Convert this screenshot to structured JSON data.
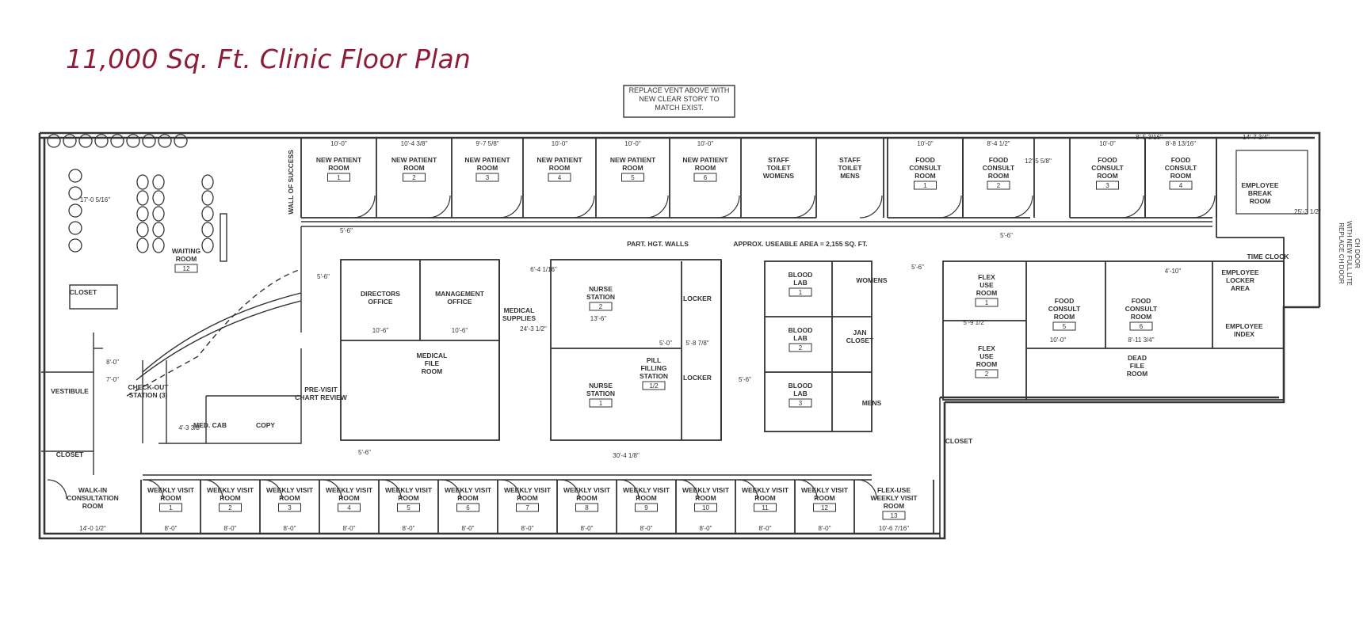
{
  "title": "11,000 Sq. Ft. Clinic Floor Plan",
  "colors": {
    "title": "#8e1c38",
    "lines": "#333333"
  },
  "notes": {
    "vent": [
      "REPLACE VENT ABOVE WITH",
      "NEW CLEAR STORY TO",
      "MATCH EXIST."
    ],
    "part_hgt_walls": "PART. HGT. WALLS",
    "useable_area": "APPROX. USEABLE AREA = 2,155 SQ. FT.",
    "time_clock": "TIME CLOCK",
    "replace_door": [
      "REPLACE CH DOOR",
      "WITH NEW FULL LITE",
      "CH DOOR"
    ],
    "wall_of_success": "WALL OF SUCCESS"
  },
  "top_rooms": [
    {
      "name": [
        "NEW PATIENT",
        "ROOM"
      ],
      "num": "1",
      "dim": "10'-0\""
    },
    {
      "name": [
        "NEW PATIENT",
        "ROOM"
      ],
      "num": "2",
      "dim": "10'-4 3/8\""
    },
    {
      "name": [
        "NEW PATIENT",
        "ROOM"
      ],
      "num": "3",
      "dim": "9'-7 5/8\""
    },
    {
      "name": [
        "NEW PATIENT",
        "ROOM"
      ],
      "num": "4",
      "dim": "10'-0\""
    },
    {
      "name": [
        "NEW PATIENT",
        "ROOM"
      ],
      "num": "5",
      "dim": "10'-0\""
    },
    {
      "name": [
        "NEW PATIENT",
        "ROOM"
      ],
      "num": "6",
      "dim": "10'-0\""
    },
    {
      "name": [
        "STAFF",
        "TOILET",
        "WOMENS"
      ],
      "num": "",
      "dim": ""
    },
    {
      "name": [
        "STAFF",
        "TOILET",
        "MENS"
      ],
      "num": "",
      "dim": ""
    },
    {
      "name": [
        "FOOD",
        "CONSULT",
        "ROOM"
      ],
      "num": "1",
      "dim": "10'-0\""
    },
    {
      "name": [
        "FOOD",
        "CONSULT",
        "ROOM"
      ],
      "num": "2",
      "dim": "8'-4 1/2\""
    },
    {
      "name": [
        "FOOD",
        "CONSULT",
        "ROOM"
      ],
      "num": "3",
      "dim": "10'-0\""
    },
    {
      "name": [
        "FOOD",
        "CONSULT",
        "ROOM"
      ],
      "num": "4",
      "dim": "8'-8 13/16\""
    }
  ],
  "bottom_rooms": [
    {
      "name": [
        "WALK-IN",
        "CONSULTATION",
        "ROOM"
      ],
      "num": "",
      "dim": "14'-0 1/2\""
    },
    {
      "name": [
        "WEEKLY VISIT",
        "ROOM"
      ],
      "num": "1",
      "dim": "8'-0\""
    },
    {
      "name": [
        "WEEKLY VISIT",
        "ROOM"
      ],
      "num": "2",
      "dim": "8'-0\""
    },
    {
      "name": [
        "WEEKLY VISIT",
        "ROOM"
      ],
      "num": "3",
      "dim": "8'-0\""
    },
    {
      "name": [
        "WEEKLY VISIT",
        "ROOM"
      ],
      "num": "4",
      "dim": "8'-0\""
    },
    {
      "name": [
        "WEEKLY VISIT",
        "ROOM"
      ],
      "num": "5",
      "dim": "8'-0\""
    },
    {
      "name": [
        "WEEKLY VISIT",
        "ROOM"
      ],
      "num": "6",
      "dim": "8'-0\""
    },
    {
      "name": [
        "WEEKLY VISIT",
        "ROOM"
      ],
      "num": "7",
      "dim": "8'-0\""
    },
    {
      "name": [
        "WEEKLY VISIT",
        "ROOM"
      ],
      "num": "8",
      "dim": "8'-0\""
    },
    {
      "name": [
        "WEEKLY VISIT",
        "ROOM"
      ],
      "num": "9",
      "dim": "8'-0\""
    },
    {
      "name": [
        "WEEKLY VISIT",
        "ROOM"
      ],
      "num": "10",
      "dim": "8'-0\""
    },
    {
      "name": [
        "WEEKLY VISIT",
        "ROOM"
      ],
      "num": "11",
      "dim": "8'-0\""
    },
    {
      "name": [
        "WEEKLY VISIT",
        "ROOM"
      ],
      "num": "12",
      "dim": "8'-0\""
    },
    {
      "name": [
        "FLEX-USE",
        "WEEKLY VISIT",
        "ROOM"
      ],
      "num": "13",
      "dim": "10'-6 7/16\""
    }
  ],
  "core_rooms": [
    {
      "name": [
        "WAITING",
        "ROOM"
      ],
      "num": "12"
    },
    {
      "name": [
        "CLOSET"
      ],
      "num": ""
    },
    {
      "name": [
        "VESTIBULE"
      ],
      "num": ""
    },
    {
      "name": [
        "CLOSET"
      ],
      "num": ""
    },
    {
      "name": [
        "CHECK-OUT",
        "STATION (3)"
      ],
      "num": ""
    },
    {
      "name": [
        "MED. CAB"
      ],
      "num": ""
    },
    {
      "name": [
        "COPY"
      ],
      "num": ""
    },
    {
      "name": [
        "PRE-VISIT",
        "CHART REVIEW"
      ],
      "num": ""
    },
    {
      "name": [
        "DIRECTORS",
        "OFFICE"
      ],
      "num": ""
    },
    {
      "name": [
        "MANAGEMENT",
        "OFFICE"
      ],
      "num": ""
    },
    {
      "name": [
        "MEDICAL",
        "SUPPLIES"
      ],
      "num": ""
    },
    {
      "name": [
        "MEDICAL",
        "FILE",
        "ROOM"
      ],
      "num": ""
    },
    {
      "name": [
        "NURSE",
        "STATION"
      ],
      "num": "2"
    },
    {
      "name": [
        "NURSE",
        "STATION"
      ],
      "num": "1"
    },
    {
      "name": [
        "PILL",
        "FILLING",
        "STATION"
      ],
      "num": "1/2"
    },
    {
      "name": [
        "LOCKER"
      ],
      "num": ""
    },
    {
      "name": [
        "LOCKER"
      ],
      "num": ""
    },
    {
      "name": [
        "BLOOD",
        "LAB"
      ],
      "num": "1"
    },
    {
      "name": [
        "BLOOD",
        "LAB"
      ],
      "num": "2"
    },
    {
      "name": [
        "BLOOD",
        "LAB"
      ],
      "num": "3"
    },
    {
      "name": [
        "WOMENS"
      ],
      "num": ""
    },
    {
      "name": [
        "JAN",
        "CLOSET"
      ],
      "num": ""
    },
    {
      "name": [
        "MENS"
      ],
      "num": ""
    },
    {
      "name": [
        "FLEX",
        "USE",
        "ROOM"
      ],
      "num": "1"
    },
    {
      "name": [
        "FLEX",
        "USE",
        "ROOM"
      ],
      "num": "2"
    },
    {
      "name": [
        "FOOD",
        "CONSULT",
        "ROOM"
      ],
      "num": "5"
    },
    {
      "name": [
        "FOOD",
        "CONSULT",
        "ROOM"
      ],
      "num": "6"
    },
    {
      "name": [
        "DEAD",
        "FILE",
        "ROOM"
      ],
      "num": ""
    },
    {
      "name": [
        "EMPLOYEE",
        "BREAK",
        "ROOM"
      ],
      "num": ""
    },
    {
      "name": [
        "EMPLOYEE",
        "LOCKER",
        "AREA"
      ],
      "num": ""
    },
    {
      "name": [
        "EMPLOYEE",
        "INDEX"
      ],
      "num": ""
    },
    {
      "name": [
        "CLOSET"
      ],
      "num": ""
    }
  ],
  "dims": [
    "5'-6\"",
    "5'-6\"",
    "5'-6\"",
    "5'-6\"",
    "5'-6\"",
    "5'-6\"",
    "8'-0\"",
    "10'-6\"",
    "10'-6\"",
    "13'-6\"",
    "30'-4 1/8\"",
    "5'-0\"",
    "5'-8 7/8\"",
    "6'-4 1/16\"",
    "24'-3 1/2\"",
    "4'-3 3/8\"",
    "7'-0\"",
    "4'-10\"",
    "14'-7 3/4\"",
    "25'-3 1/2\"",
    "5'-9 1/2\"",
    "10'-0\"",
    "8'-11 3/4\"",
    "17'-0 5/16\"",
    "8'-5 3/16\"",
    "12'-5 5/8\""
  ]
}
